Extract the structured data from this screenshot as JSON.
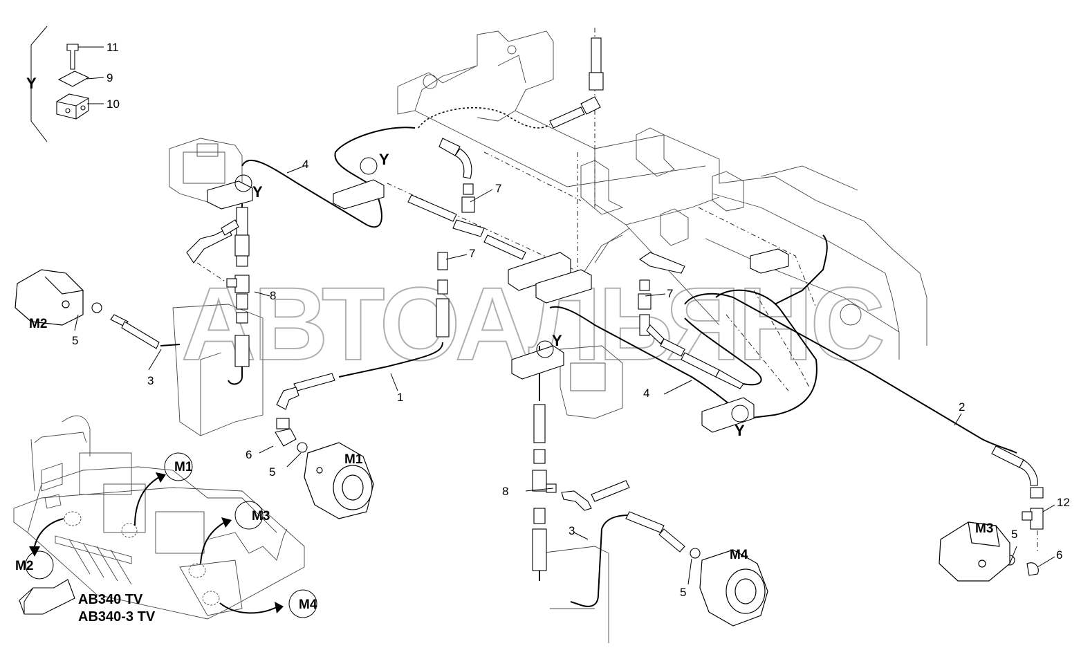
{
  "watermark": "АВТОАЛЬЯНС",
  "detail": {
    "label": "Y",
    "parts": [
      {
        "num": "11"
      },
      {
        "num": "9"
      },
      {
        "num": "10"
      }
    ]
  },
  "callouts": {
    "hose_1": "1",
    "hose_2": "2",
    "hose_3_left": "3",
    "hose_3_right": "3",
    "hose_4_left": "4",
    "hose_4_right": "4",
    "fitting_5_m2": "5",
    "fitting_5_m1": "5",
    "fitting_5_m4": "5",
    "fitting_5_m3": "5",
    "fitting_6_m1": "6",
    "fitting_6_m3": "6",
    "fitting_7_a": "7",
    "fitting_7_b": "7",
    "fitting_7_c": "7",
    "tee_8_left": "8",
    "tee_8_right": "8",
    "fitting_12": "12"
  },
  "clamp_refs": [
    "Y",
    "Y",
    "Y",
    "Y"
  ],
  "motors": {
    "m1": "M1",
    "m2": "M2",
    "m3": "M3",
    "m4": "M4"
  },
  "overview": {
    "motors": [
      "M1",
      "M2",
      "M3",
      "M4"
    ],
    "models": [
      "AB340 TV",
      "AB340-3 TV"
    ]
  }
}
